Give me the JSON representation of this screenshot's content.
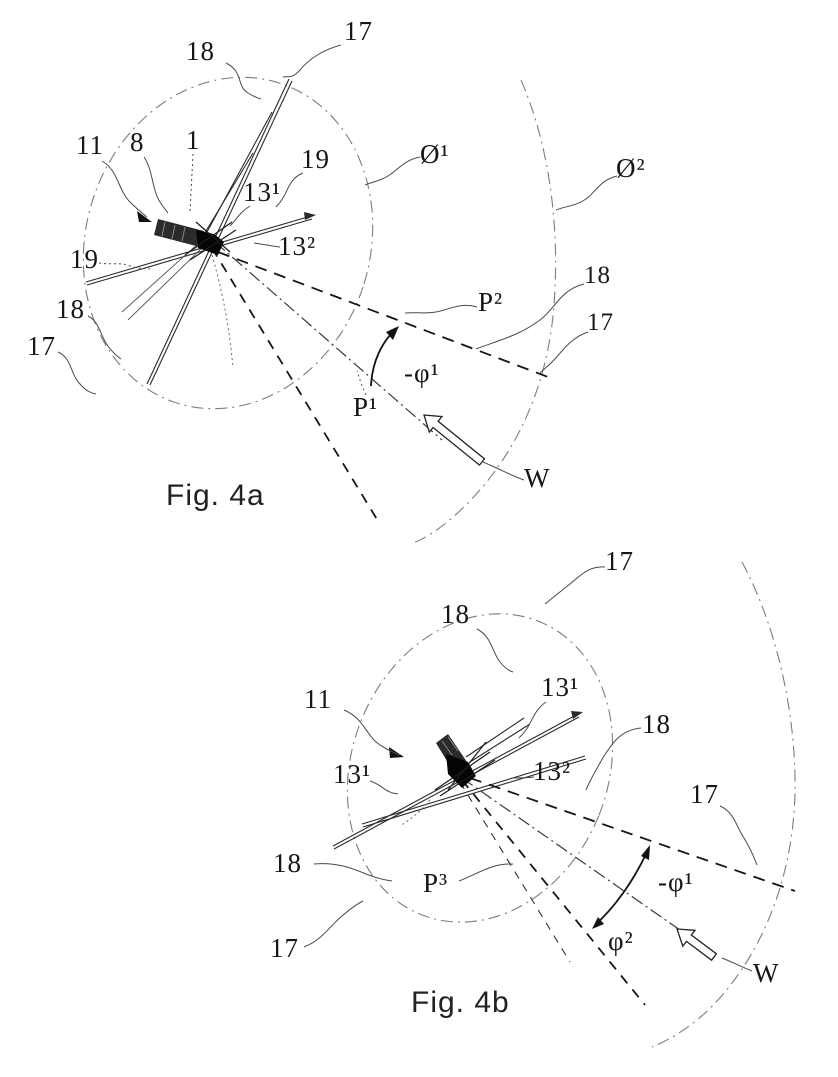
{
  "colors": {
    "background": "#ffffff",
    "ink": "#1a1a1a",
    "arc_gray": "#777777",
    "leader_gray": "#4a4a4a"
  },
  "figure_a": {
    "caption": "Fig. 4a",
    "labels": {
      "l18_top": "18",
      "l17_top": "17",
      "l11": "11",
      "l8": "8",
      "l1": "1",
      "l19_right": "19",
      "l13_1": "13¹",
      "l13_2": "13²",
      "l19_left": "19",
      "l18_left": "18",
      "l17_left": "17",
      "diam1": "Ø¹",
      "diam2": "Ø²",
      "l18_right": "18",
      "l17_right": "17",
      "p2": "P²",
      "phi_neg1": "-φ¹",
      "p1": "P¹",
      "w": "W"
    }
  },
  "figure_b": {
    "caption": "Fig. 4b",
    "labels": {
      "l17_top": "17",
      "l18_top": "18",
      "l13_1_tr": "13¹",
      "l11": "11",
      "l18_right": "18",
      "l13_1_left": "13¹",
      "l13_2": "13²",
      "l17_right": "17",
      "l18_bl": "18",
      "p3": "P³",
      "phi_neg1": "-φ¹",
      "l17_bl": "17",
      "phi2": "φ²",
      "w": "W"
    }
  }
}
